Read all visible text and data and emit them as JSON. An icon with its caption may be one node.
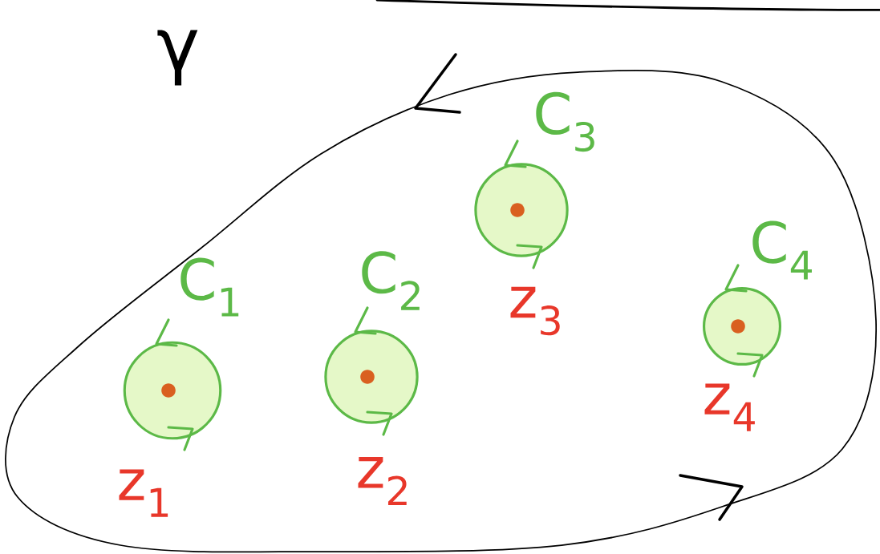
{
  "diagram": {
    "nodes": [
      {
        "text": [
          "γ"
        ]
      },
      {
        "text": [
          "C$_{1}$"
        ],
        "beside": [
          "z$_{1}$"
        ],
        "in": 0
      },
      {
        "text": [
          "C$_{2}$"
        ],
        "beside": [
          "z$_{2}$"
        ],
        "in": 0
      },
      {
        "text": [
          "C$_{3}$"
        ],
        "beside": [
          "z$_{3}$"
        ],
        "in": 0
      },
      {
        "text": [
          "C$_{4}$"
        ],
        "beside": [
          "z$_{4}$"
        ],
        "in": 0
      }
    ]
  }
}
